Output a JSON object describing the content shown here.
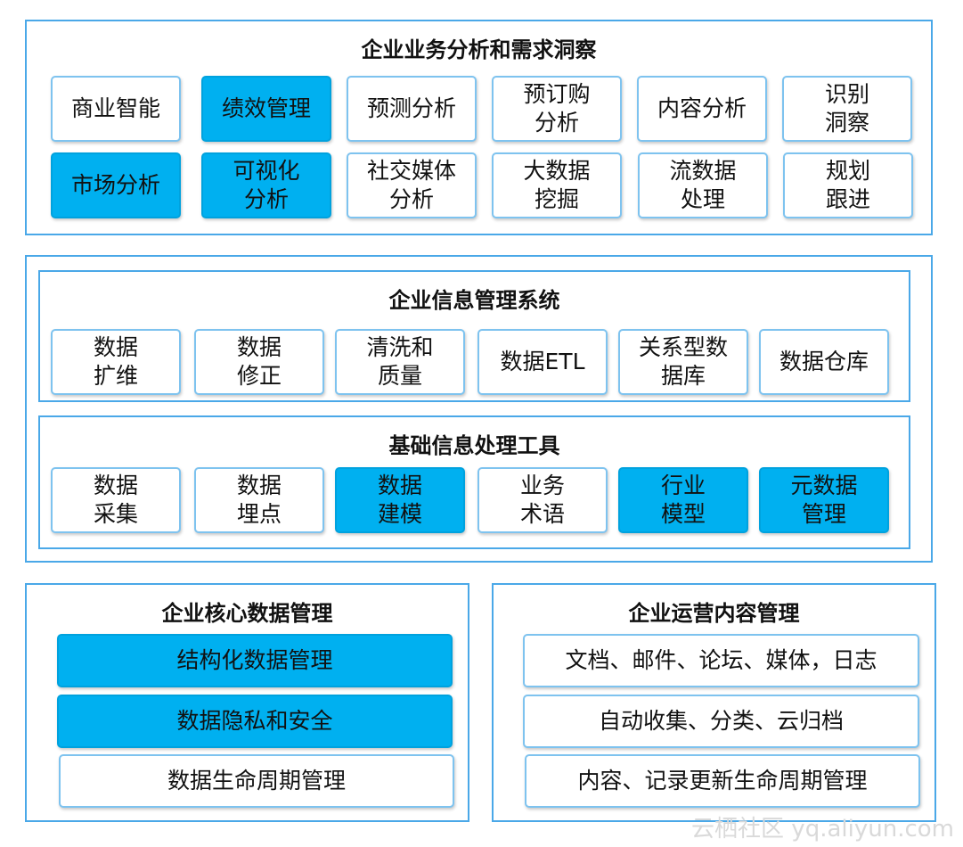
{
  "top": {
    "title": "企业业务分析和需求洞察",
    "row1": [
      {
        "label": "商业智能",
        "filled": false
      },
      {
        "label": "绩效管理",
        "filled": true
      },
      {
        "label": "预测分析",
        "filled": false
      },
      {
        "label": "预订购\n分析",
        "filled": false
      },
      {
        "label": "内容分析",
        "filled": false
      },
      {
        "label": "识别\n洞察",
        "filled": false
      }
    ],
    "row2": [
      {
        "label": "市场分析",
        "filled": true
      },
      {
        "label": "可视化\n分析",
        "filled": true
      },
      {
        "label": "社交媒体\n分析",
        "filled": false
      },
      {
        "label": "大数据\n挖掘",
        "filled": false
      },
      {
        "label": "流数据\n处理",
        "filled": false
      },
      {
        "label": "规划\n跟进",
        "filled": false
      }
    ]
  },
  "info": {
    "title": "企业信息管理系统",
    "items": [
      {
        "label": "数据\n扩维",
        "filled": false
      },
      {
        "label": "数据\n修正",
        "filled": false
      },
      {
        "label": "清洗和\n质量",
        "filled": false
      },
      {
        "label": "数据ETL",
        "filled": false
      },
      {
        "label": "关系型数\n据库",
        "filled": false
      },
      {
        "label": "数据仓库",
        "filled": false
      }
    ]
  },
  "tools": {
    "title": "基础信息处理工具",
    "items": [
      {
        "label": "数据\n采集",
        "filled": false
      },
      {
        "label": "数据\n埋点",
        "filled": false
      },
      {
        "label": "数据\n建模",
        "filled": true
      },
      {
        "label": "业务\n术语",
        "filled": false
      },
      {
        "label": "行业\n模型",
        "filled": true
      },
      {
        "label": "元数据\n管理",
        "filled": true
      }
    ]
  },
  "core": {
    "title": "企业核心数据管理",
    "items": [
      {
        "label": "结构化数据管理",
        "filled": true
      },
      {
        "label": "数据隐私和安全",
        "filled": true
      },
      {
        "label": "数据生命周期管理",
        "filled": false
      }
    ]
  },
  "ops": {
    "title": "企业运营内容管理",
    "items": [
      {
        "label": "文档、邮件、论坛、媒体，日志",
        "filled": false
      },
      {
        "label": "自动收集、分类、云归档",
        "filled": false
      },
      {
        "label": "内容、记录更新生命周期管理",
        "filled": false
      }
    ]
  },
  "watermark": "云栖社区 yq.aliyun.com",
  "colors": {
    "accent": "#00b0f0",
    "border": "#4aa8e8"
  }
}
